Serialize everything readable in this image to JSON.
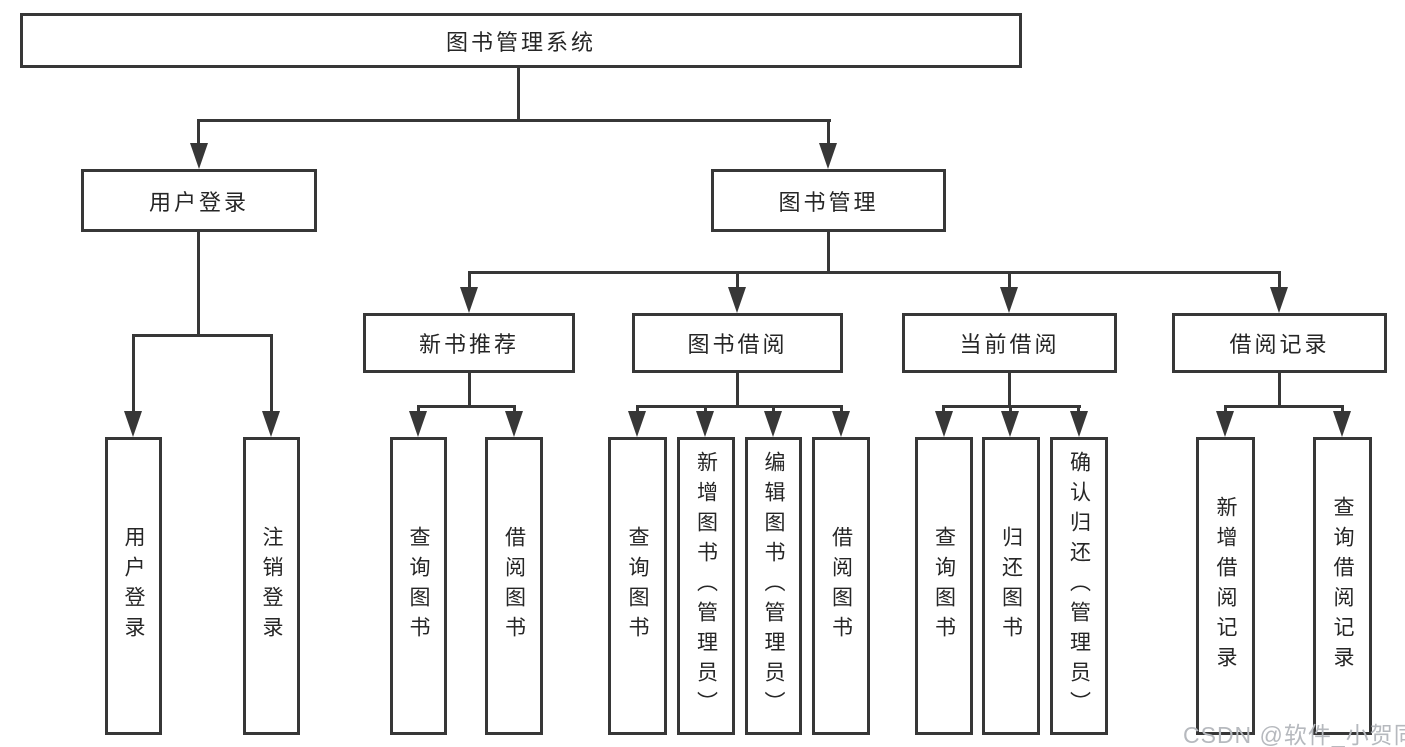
{
  "diagram_title": "图书管理系统",
  "tree": {
    "label": "图书管理系统",
    "children": [
      {
        "label": "用户登录",
        "children": [
          {
            "label": "用户登录"
          },
          {
            "label": "注销登录"
          }
        ]
      },
      {
        "label": "图书管理",
        "children": [
          {
            "label": "新书推荐",
            "children": [
              {
                "label": "查询图书"
              },
              {
                "label": "借阅图书"
              }
            ]
          },
          {
            "label": "图书借阅",
            "children": [
              {
                "label": "查询图书"
              },
              {
                "label": "新增图书（管理员）"
              },
              {
                "label": "编辑图书（管理员）"
              },
              {
                "label": "借阅图书"
              }
            ]
          },
          {
            "label": "当前借阅",
            "children": [
              {
                "label": "查询图书"
              },
              {
                "label": "归还图书"
              },
              {
                "label": "确认归还（管理员）"
              }
            ]
          },
          {
            "label": "借阅记录",
            "children": [
              {
                "label": "新增借阅记录"
              },
              {
                "label": "查询借阅记录"
              }
            ]
          }
        ]
      }
    ]
  },
  "watermark": {
    "text": "CSDN @软件_小贺同学"
  },
  "colors": {
    "line": "#373737",
    "text": "#262626",
    "background": "#ffffff",
    "watermark": "#b6b9be"
  }
}
